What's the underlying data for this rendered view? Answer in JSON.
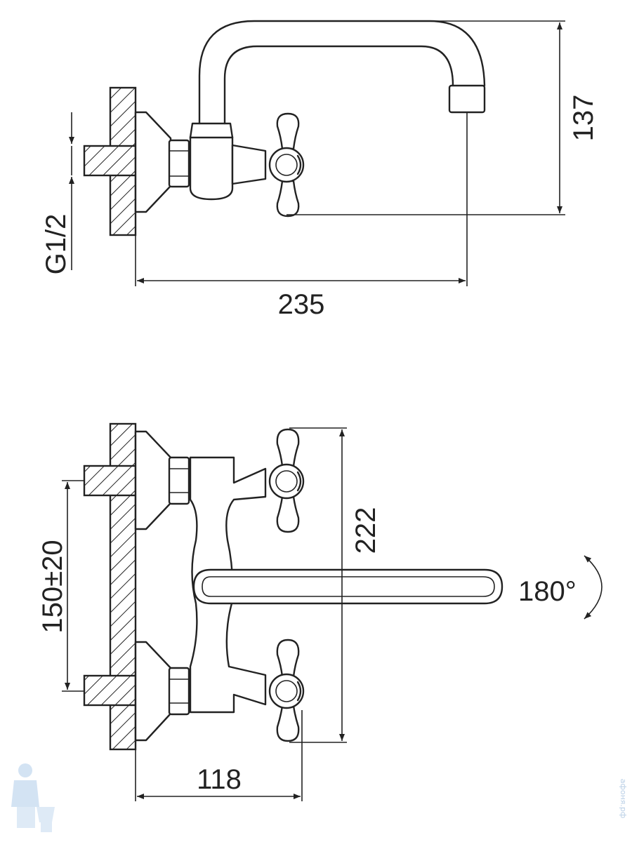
{
  "dimensions": {
    "thread": "G1/2",
    "spout_length": "235",
    "spout_height": "137",
    "inlet_spacing": "150±20",
    "total_height": "222",
    "depth": "118",
    "swivel_angle": "180°"
  },
  "watermark": {
    "text": "афоня.рф",
    "logo": "plumber-mascot-icon"
  },
  "colors": {
    "line": "#222222",
    "hatch": "#222222",
    "watermark": "#b9cfe6"
  }
}
